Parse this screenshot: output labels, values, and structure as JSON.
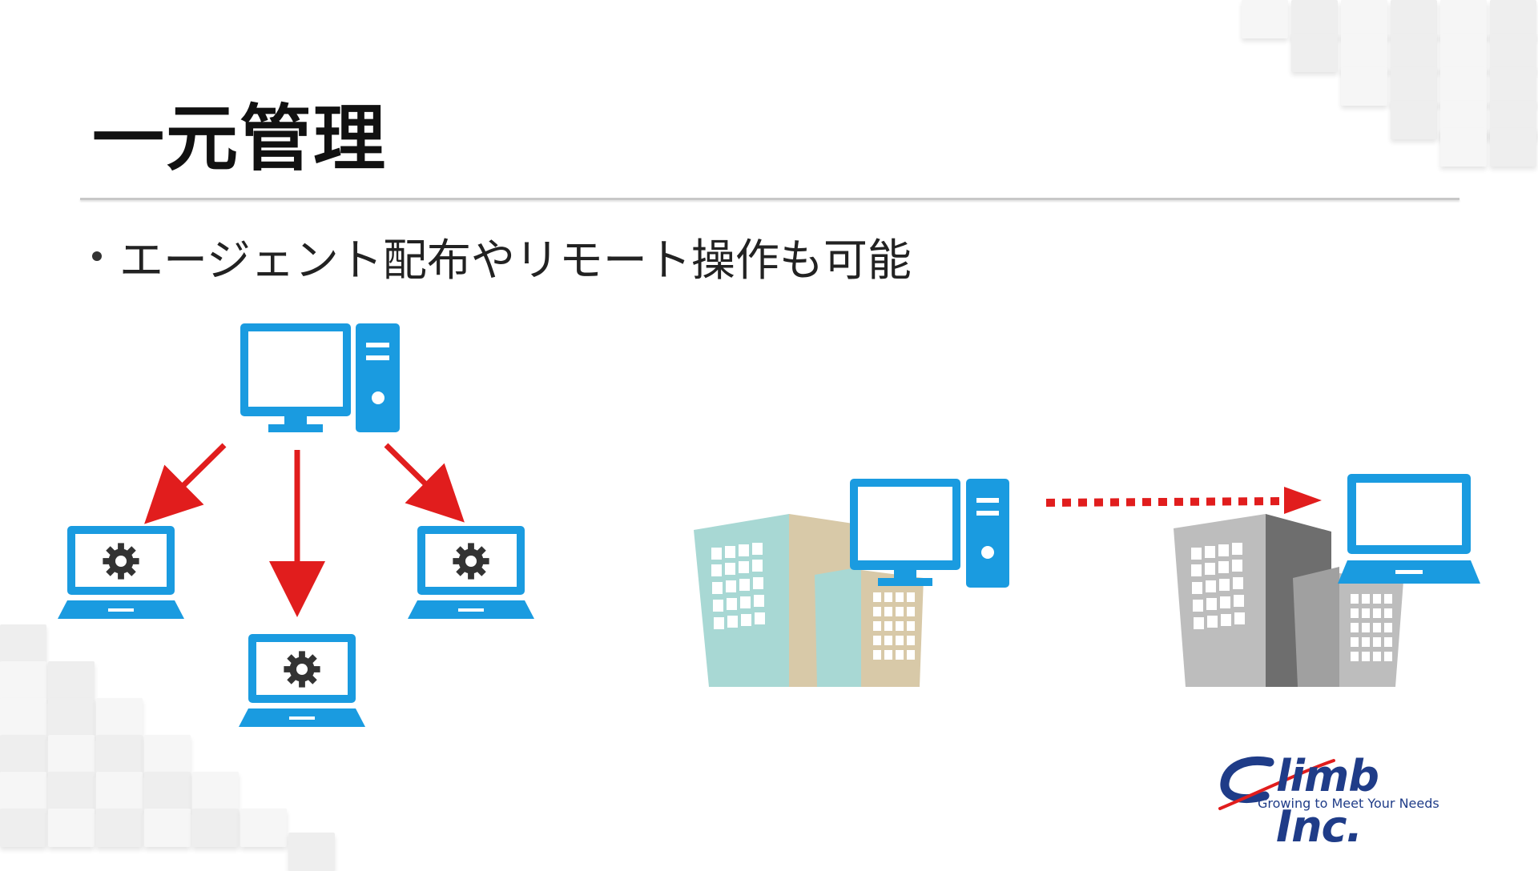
{
  "slide": {
    "title": "一元管理",
    "bullets": [
      "エージェント配布やリモート操作も可能"
    ]
  },
  "logo": {
    "name": "Climb Inc.",
    "tagline": "Growing to Meet Your Needs",
    "letters": "limb Inc."
  },
  "colors": {
    "device_blue": "#1a9be0",
    "arrow_red": "#e11d1d",
    "gear": "#333333",
    "building_a": "#a8d8d4",
    "building_b": "#d8c9a8",
    "building_gray_dark": "#6e6e6e",
    "building_gray_light": "#bdbdbd",
    "logo_navy": "#1f3c88"
  },
  "icons": [
    "desktop-icon",
    "laptop-gear-icon",
    "building-icon",
    "laptop-icon"
  ]
}
